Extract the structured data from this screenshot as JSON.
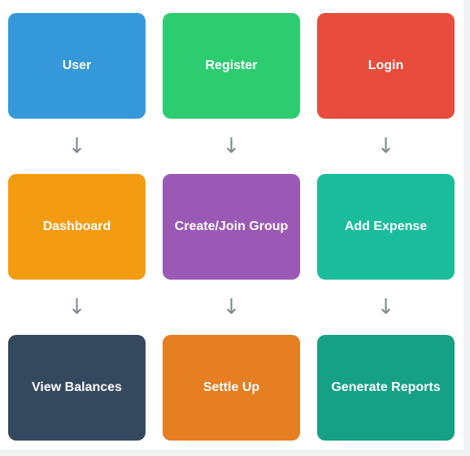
{
  "flow": {
    "rows": [
      [
        {
          "label": "User",
          "color": "#3498db"
        },
        {
          "label": "Register",
          "color": "#2ecc71"
        },
        {
          "label": "Login",
          "color": "#e74c3c"
        }
      ],
      [
        {
          "label": "Dashboard",
          "color": "#f39c12"
        },
        {
          "label": "Create/Join Group",
          "color": "#9b59b6"
        },
        {
          "label": "Add Expense",
          "color": "#1abc9c"
        }
      ],
      [
        {
          "label": "View Balances",
          "color": "#34495e"
        },
        {
          "label": "Settle Up",
          "color": "#e67e22"
        },
        {
          "label": "Generate Reports",
          "color": "#16a085"
        }
      ]
    ],
    "arrow_glyph": "↓",
    "arrow_color": "#7f8c8d"
  }
}
